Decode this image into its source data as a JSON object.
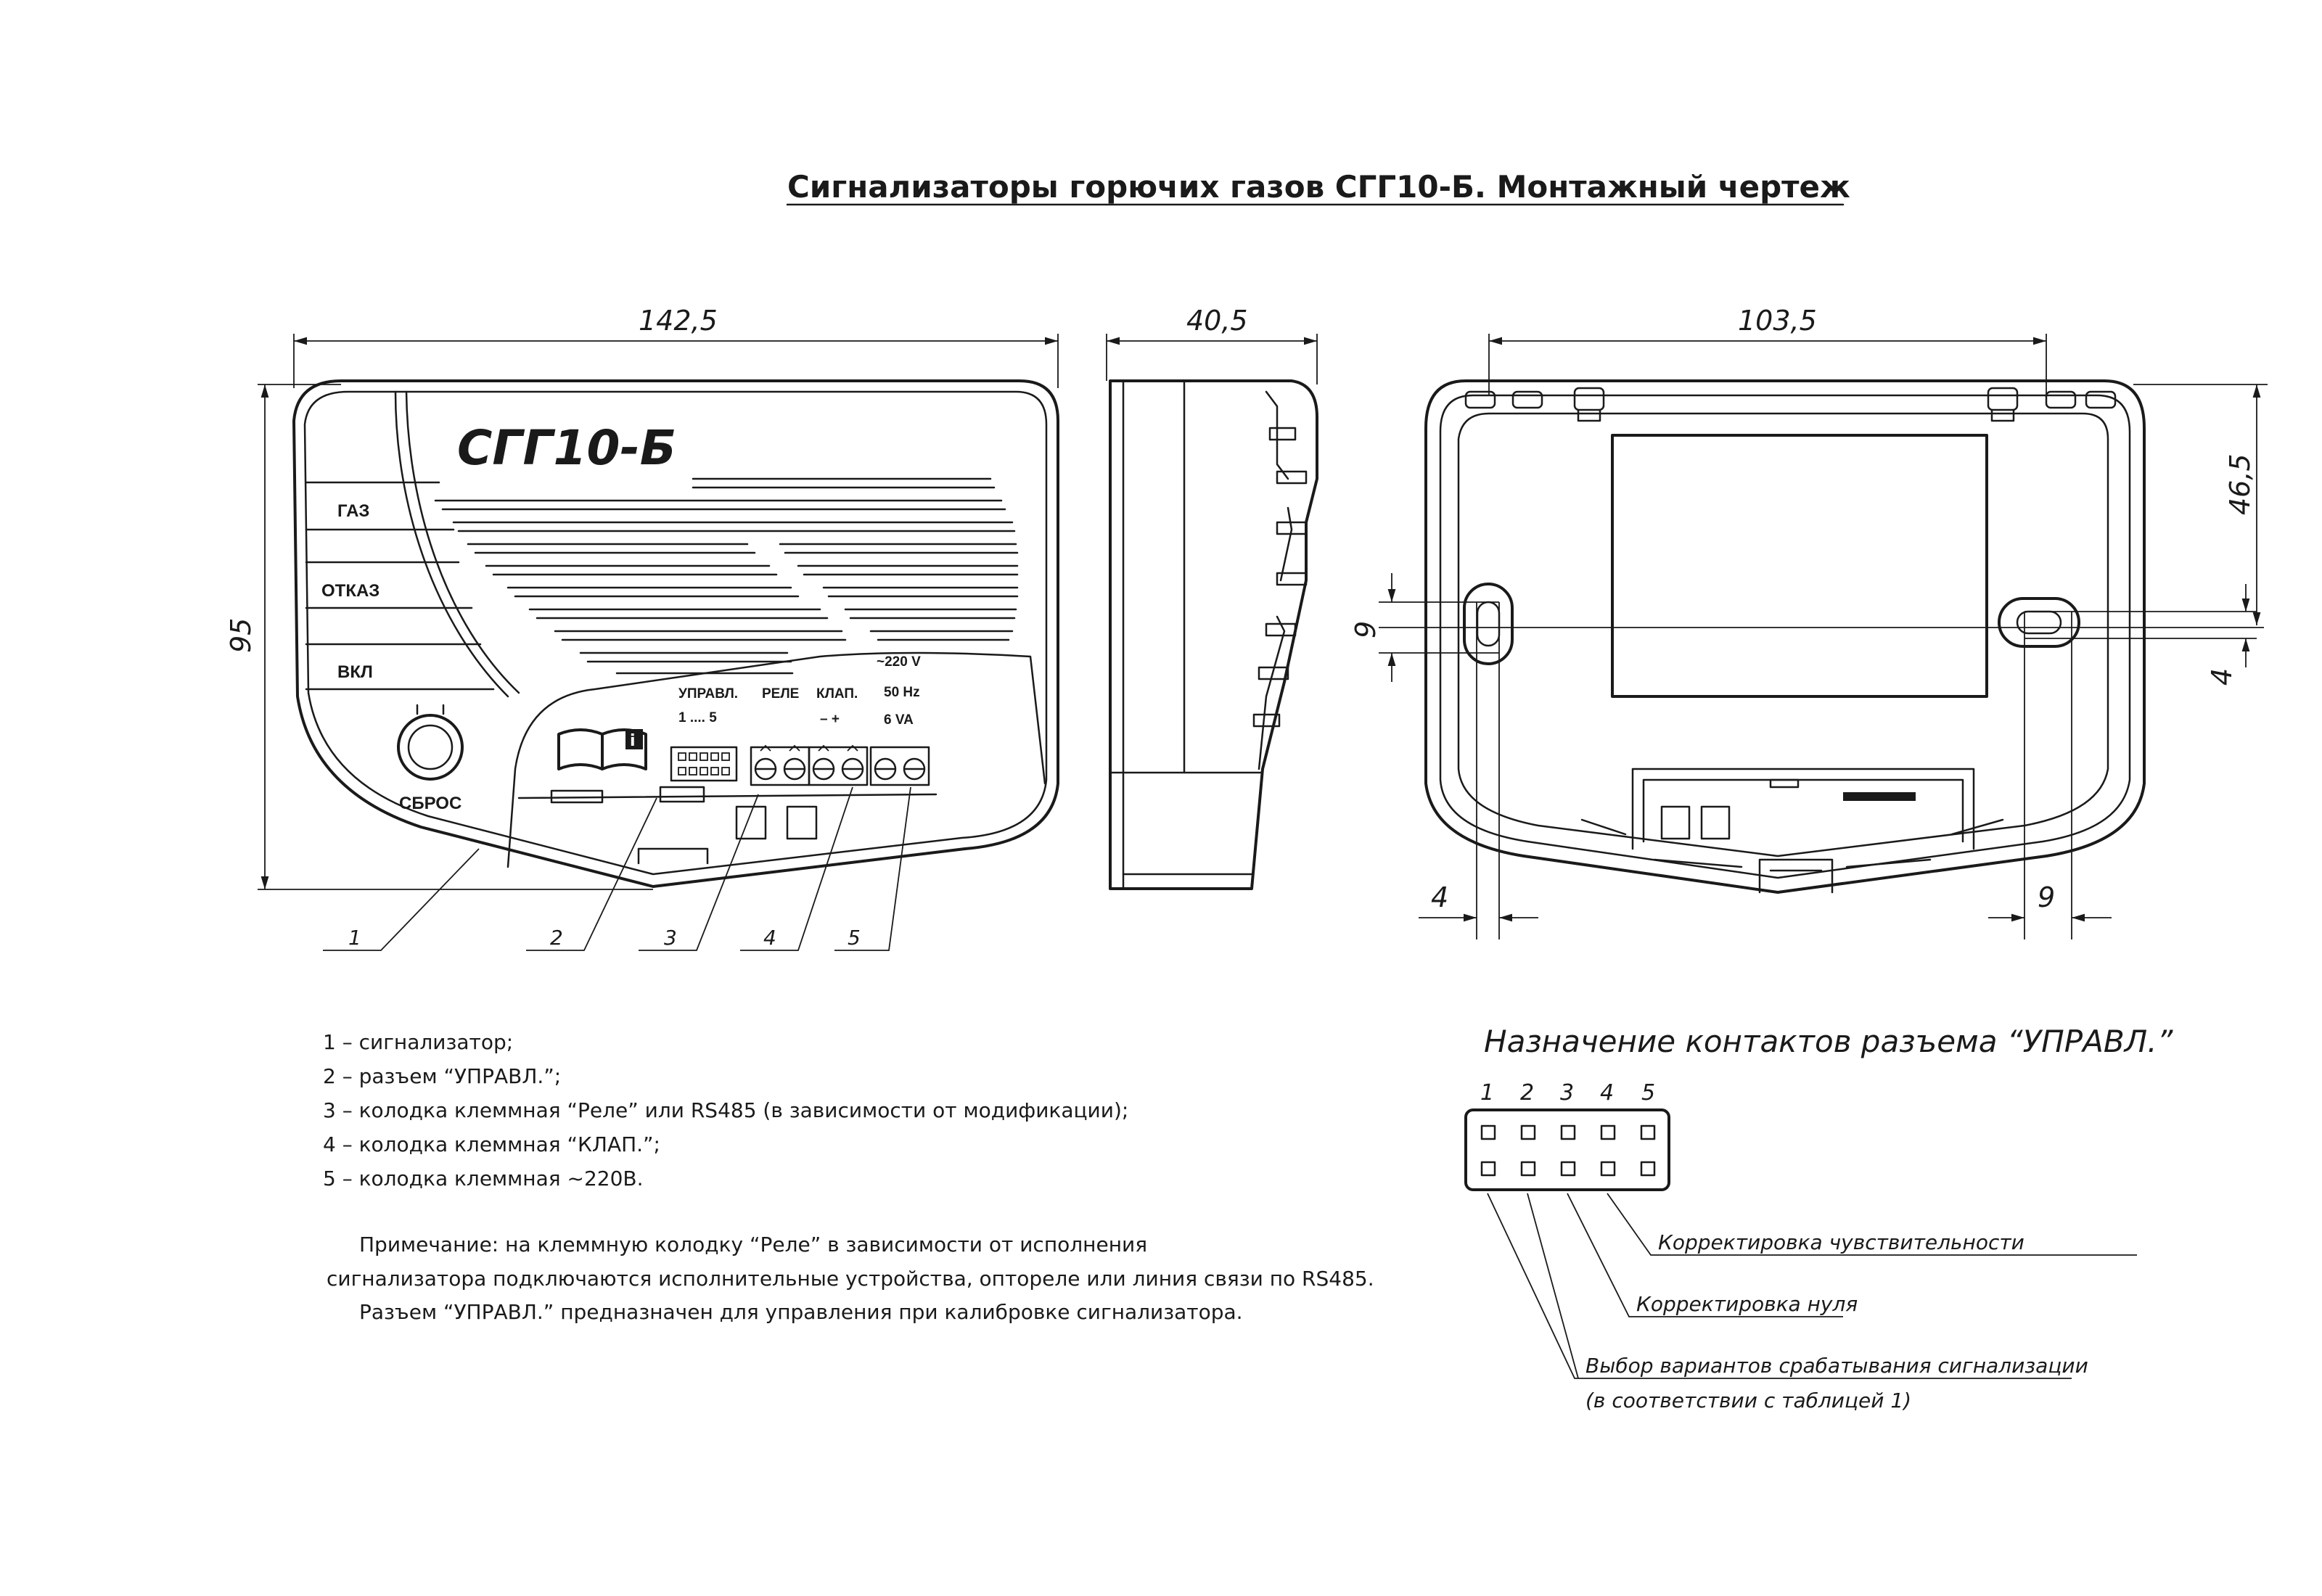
{
  "title": "Сигнализаторы горючих газов СГГ10-Б. Монтажный чертеж",
  "front_view": {
    "brand": "СГГ10-Б",
    "indicators": [
      "ГАЗ",
      "ОТКАЗ",
      "ВКЛ"
    ],
    "reset_label": "СБРОС",
    "connector_labels": {
      "upravl": "УПРАВЛ.",
      "upravl_pins": "1 .... 5",
      "rele": "РЕЛЕ",
      "klap": "КЛАП.",
      "klap_polarity": "–  +",
      "power_line1": "~220 V",
      "power_line2": "50 Hz",
      "power_line3": "6 VA"
    },
    "width_dim": "142,5",
    "height_dim": "95",
    "callouts": [
      "1",
      "2",
      "3",
      "4",
      "5"
    ]
  },
  "side_view": {
    "depth_dim": "40,5"
  },
  "back_view": {
    "width_dim": "103,5",
    "right_dim": "46,5",
    "slot_dim_left": "9",
    "slot_dim_right": "4",
    "bottom_left_dim": "4",
    "bottom_right_dim": "9"
  },
  "legend": [
    "1 – сигнализатор;",
    "2 – разъем “УПРАВЛ.”;",
    "3 – колодка клеммная “Реле” или RS485 (в зависимости от модификации);",
    "4 – колодка клеммная “КЛАП.”;",
    "5 – колодка клеммная ~220В."
  ],
  "note": [
    "Примечание: на клеммную колодку “Реле” в зависимости от исполнения",
    "сигнализатора подключаются исполнительные устройства,  оптореле или линия связи по RS485.",
    "Разъем “УПРАВЛ.” предназначен для управления при калибровке сигнализатора."
  ],
  "pinout": {
    "heading": "Назначение контактов разъема “УПРАВЛ.”",
    "pins": [
      "1",
      "2",
      "3",
      "4",
      "5"
    ],
    "callouts": [
      "Корректировка чувствительности",
      "Корректировка нуля",
      "Выбор вариантов срабатывания сигнализации",
      "(в соответствии с таблицей 1)"
    ]
  }
}
